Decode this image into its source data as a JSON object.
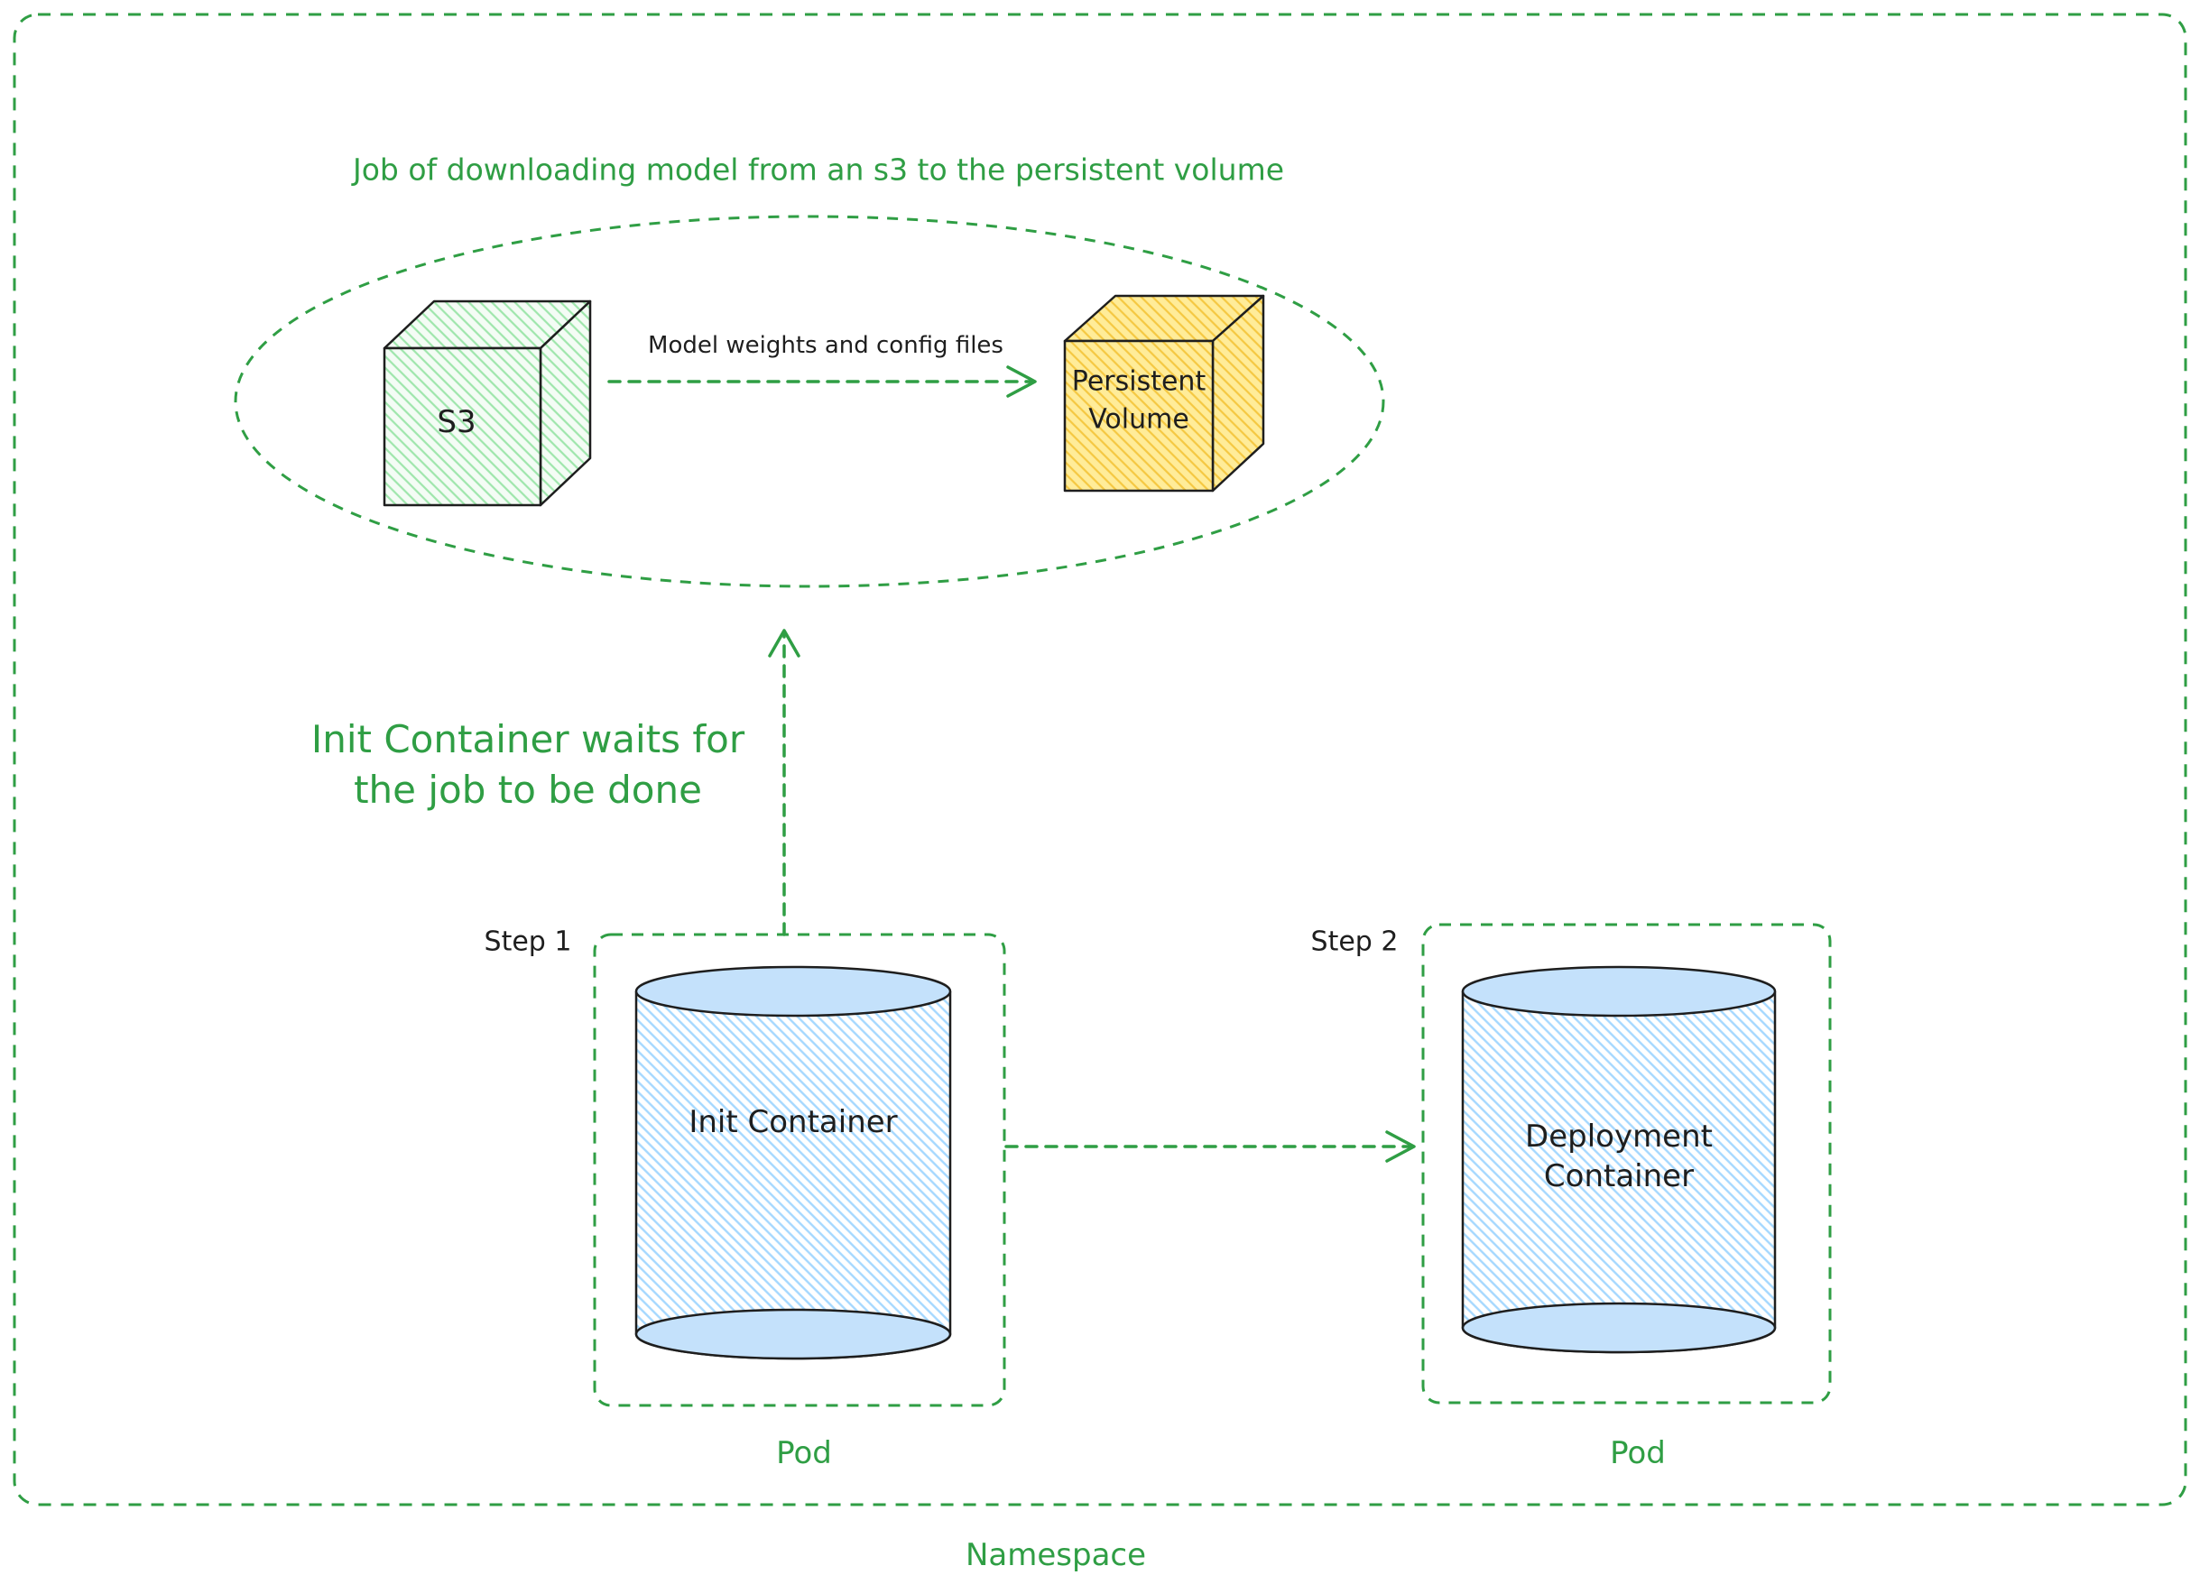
{
  "colors": {
    "green_stroke": "#2f9e44",
    "dark_stroke": "#1e1e1e",
    "cube_green_fill": "#ebfbee",
    "cube_yellow_fill": "#ffec99",
    "cylinder_blue_fill": "#a5d8ff"
  },
  "job_group": {
    "title": "Job of downloading model from an s3 to the persistent volume",
    "s3_label": "S3",
    "arrow_label": "Model weights and config files",
    "persistent_volume_line1": "Persistent",
    "persistent_volume_line2": "Volume"
  },
  "wait_note": {
    "line1": "Init Container waits for",
    "line2": "the job to be done"
  },
  "pods": {
    "step1_label": "Step 1",
    "step2_label": "Step 2",
    "init_container_label": "Init Container",
    "deployment_line1": "Deployment",
    "deployment_line2": "Container",
    "pod_left_label": "Pod",
    "pod_right_label": "Pod"
  },
  "namespace_label": "Namespace"
}
